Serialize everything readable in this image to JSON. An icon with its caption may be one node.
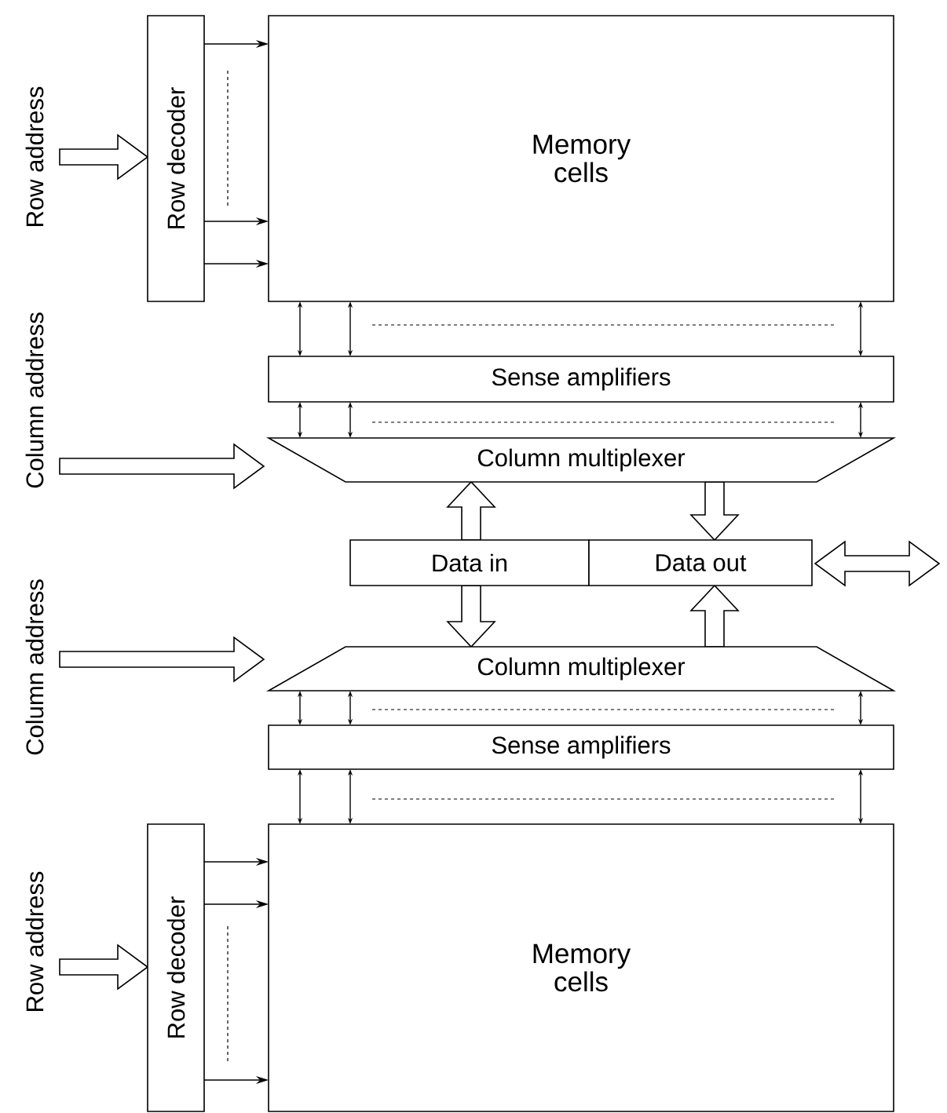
{
  "diagram": {
    "nodes": [
      {
        "text": [
          "Row address"
        ]
      },
      {
        "text": [
          "Row decoder"
        ]
      },
      {
        "text": [
          "Memory cells"
        ]
      },
      {
        "text": [
          "Column address"
        ]
      },
      {
        "text": [
          "Sense amplifiers"
        ]
      },
      {
        "text": [
          "Column multiplexer"
        ]
      },
      {
        "text": [
          "Data in"
        ]
      },
      {
        "text": [
          "Data out"
        ]
      },
      {
        "text": [
          "Column address"
        ]
      },
      {
        "text": [
          "Column multiplexer"
        ]
      },
      {
        "text": [
          "Sense amplifiers"
        ]
      },
      {
        "text": [
          "Row address"
        ]
      },
      {
        "text": [
          "Row decoder"
        ]
      },
      {
        "text": [
          "Memory cells"
        ]
      }
    ],
    "edges": [
      {
        "from": 0,
        "to": 1,
        "arrow": "to",
        "style": "thick"
      },
      {
        "from": 1,
        "to": 2,
        "arrow": "to"
      },
      {
        "from": 1,
        "to": 2,
        "arrow": "to"
      },
      {
        "from": 1,
        "to": 2,
        "arrow": "to"
      },
      {
        "from": 2,
        "to": 4,
        "arrow": "both"
      },
      {
        "from": 2,
        "to": 4,
        "arrow": "both"
      },
      {
        "from": 2,
        "to": 4,
        "arrow": "both"
      },
      {
        "from": 3,
        "to": 5,
        "arrow": "to",
        "style": "thick"
      },
      {
        "from": 4,
        "to": 5,
        "arrow": "both"
      },
      {
        "from": 4,
        "to": 5,
        "arrow": "both"
      },
      {
        "from": 4,
        "to": 5,
        "arrow": "both"
      },
      {
        "from": 6,
        "to": 5,
        "arrow": "to",
        "style": "thick"
      },
      {
        "from": 5,
        "to": 7,
        "arrow": "to",
        "style": "thick"
      },
      {
        "from": 7,
        "to": null,
        "arrow": "both",
        "style": "thick"
      },
      {
        "from": 6,
        "to": 9,
        "arrow": "to",
        "style": "thick"
      },
      {
        "from": 9,
        "to": 7,
        "arrow": "to",
        "style": "thick"
      },
      {
        "from": 8,
        "to": 9,
        "arrow": "to",
        "style": "thick"
      },
      {
        "from": 9,
        "to": 10,
        "arrow": "both"
      },
      {
        "from": 9,
        "to": 10,
        "arrow": "both"
      },
      {
        "from": 9,
        "to": 10,
        "arrow": "both"
      },
      {
        "from": 10,
        "to": 13,
        "arrow": "both"
      },
      {
        "from": 10,
        "to": 13,
        "arrow": "both"
      },
      {
        "from": 10,
        "to": 13,
        "arrow": "both"
      },
      {
        "from": 11,
        "to": 12,
        "arrow": "to",
        "style": "thick"
      },
      {
        "from": 12,
        "to": 13,
        "arrow": "to"
      },
      {
        "from": 12,
        "to": 13,
        "arrow": "to"
      },
      {
        "from": 12,
        "to": 13,
        "arrow": "to"
      }
    ]
  }
}
